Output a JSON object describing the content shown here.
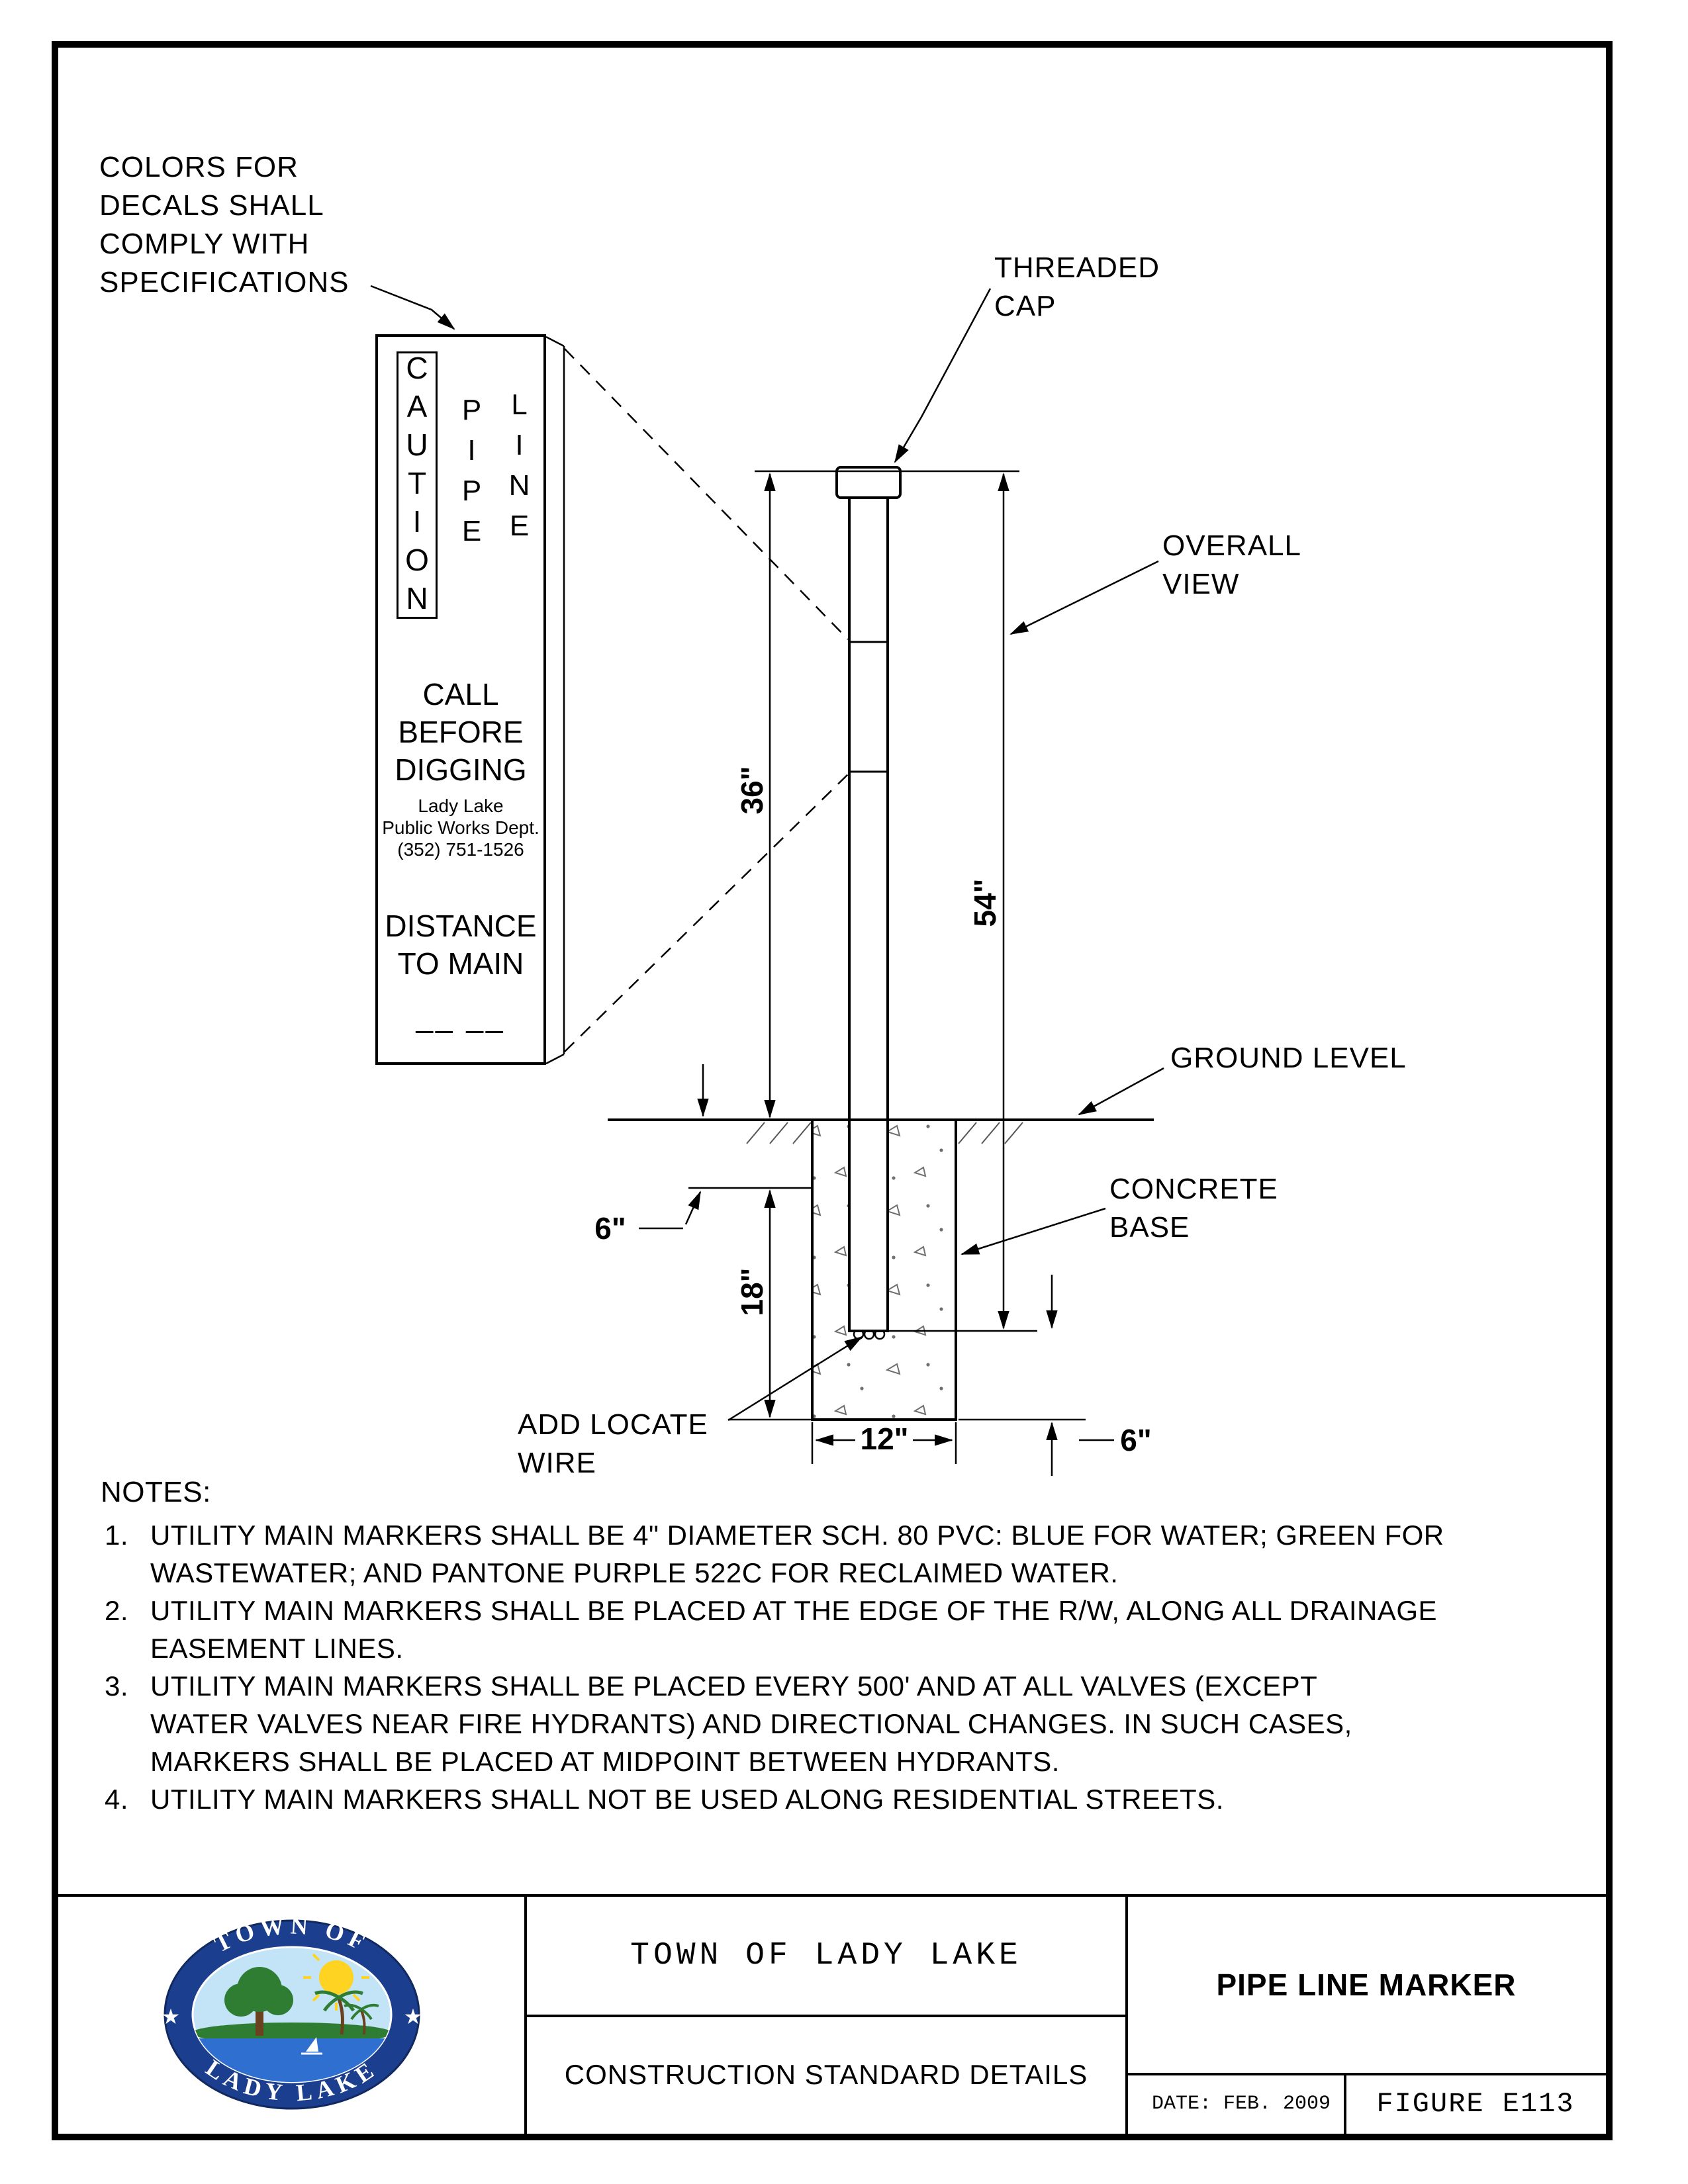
{
  "annotations": {
    "colors_note": "COLORS FOR\nDECALS SHALL\nCOMPLY WITH\nSPECIFICATIONS",
    "threaded_cap": "THREADED\nCAP",
    "overall_view": "OVERALL\nVIEW",
    "ground_level": "GROUND LEVEL",
    "concrete_base": "CONCRETE\nBASE",
    "add_locate_wire": "ADD LOCATE\nWIRE"
  },
  "dimensions": {
    "above_ground": "36\"",
    "overall_height": "54\"",
    "embed_depth": "18\"",
    "ground_offset": "6\"",
    "base_below": "6\"",
    "base_width": "12\""
  },
  "decal": {
    "caution": "CAUTION",
    "pipe": "PIPE",
    "line": "LINE",
    "call": "CALL\nBEFORE\nDIGGING",
    "dept": "Lady Lake\nPublic Works Dept.\n(352) 751-1526",
    "distance": "DISTANCE\nTO MAIN",
    "blank": "__ __"
  },
  "notes": {
    "title": "NOTES:",
    "items": [
      {
        "num": "1.",
        "text": "UTILITY MAIN MARKERS SHALL BE 4\" DIAMETER SCH. 80 PVC: BLUE FOR WATER; GREEN FOR\nWASTEWATER; AND PANTONE PURPLE 522C FOR RECLAIMED WATER."
      },
      {
        "num": "2.",
        "text": "UTILITY MAIN MARKERS SHALL BE PLACED AT THE EDGE OF THE R/W, ALONG ALL DRAINAGE\nEASEMENT LINES."
      },
      {
        "num": "3.",
        "text": "UTILITY MAIN MARKERS SHALL BE PLACED EVERY 500' AND AT ALL VALVES (EXCEPT\nWATER VALVES NEAR FIRE HYDRANTS) AND DIRECTIONAL CHANGES. IN SUCH CASES,\nMARKERS SHALL BE PLACED AT MIDPOINT BETWEEN HYDRANTS."
      },
      {
        "num": "4.",
        "text": "UTILITY MAIN MARKERS SHALL NOT BE USED ALONG RESIDENTIAL STREETS."
      }
    ]
  },
  "titleblock": {
    "agency": "TOWN OF LADY LAKE",
    "subtitle": "CONSTRUCTION STANDARD DETAILS",
    "sheet_title": "PIPE LINE MARKER",
    "date_label": "DATE: FEB. 2009",
    "figure_label": "FIGURE E113"
  },
  "logo": {
    "arc_top": "TOWN OF",
    "arc_bottom": "LADY LAKE",
    "star_left": "★",
    "star_right": "★"
  },
  "colors": {
    "ring": "#1c3e8e",
    "sky": "#c2e4f6",
    "sun": "#ffd321",
    "foliage": "#2e7d32",
    "trunk": "#6b4220",
    "water": "#2f6fd0",
    "ink": "#000000"
  }
}
